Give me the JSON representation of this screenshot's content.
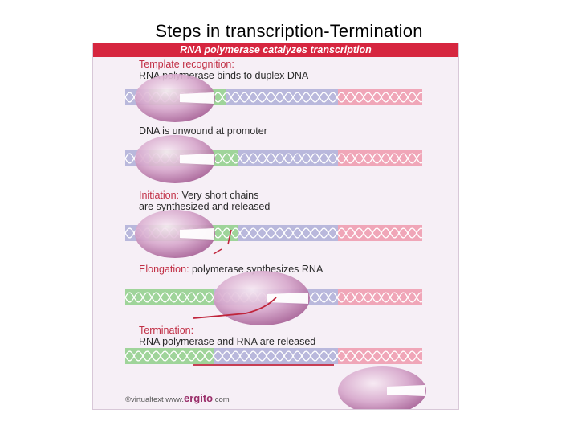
{
  "slide": {
    "title": "Steps in transcription-Termination"
  },
  "panel": {
    "banner": "RNA polymerase catalyzes transcription",
    "steps": [
      {
        "keyword": "Template recognition:",
        "line1": "",
        "line2": "RNA polymerase binds to duplex DNA"
      },
      {
        "keyword": "",
        "line1": "DNA is unwound at promoter",
        "line2": ""
      },
      {
        "keyword": "Initiation:",
        "line1": " Very short chains",
        "line2": "are synthesized and released"
      },
      {
        "keyword": "Elongation:",
        "line1": " polymerase synthesizes RNA",
        "line2": ""
      },
      {
        "keyword": "Termination:",
        "line1": "",
        "line2": "RNA polymerase and RNA are released"
      }
    ],
    "footer": {
      "copyright": "©virtualtext  www.",
      "brand": "ergito",
      "suffix": ".com"
    }
  },
  "colors": {
    "banner": "#d6263f",
    "dna": "#b9b8dc",
    "promoter": "#9fd49a",
    "terminator": "#f0a6b8",
    "polymerase": "#c78fba",
    "rna": "#c0253c"
  }
}
